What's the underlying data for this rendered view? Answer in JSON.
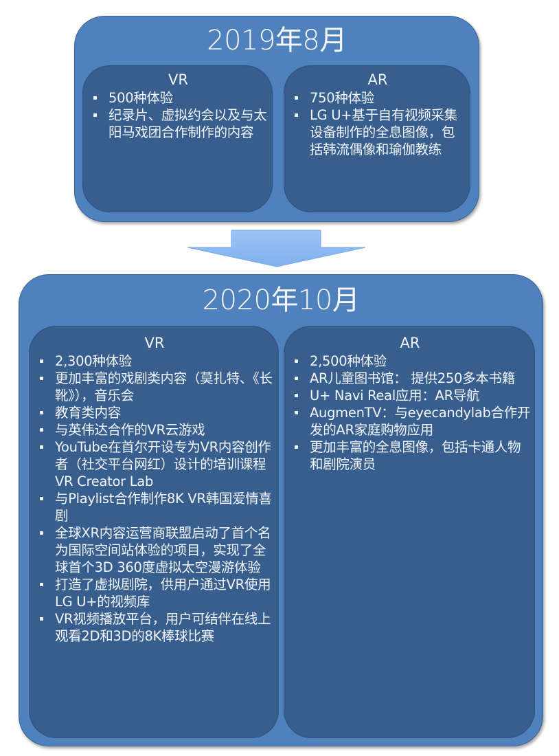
{
  "panels": [
    {
      "title": "2019年8月",
      "columns": [
        {
          "heading": "VR",
          "items": [
            "500种体验",
            "纪录片、虚拟约会以及与太阳马戏团合作制作的内容"
          ]
        },
        {
          "heading": "AR",
          "items": [
            "750种体验",
            "LG U+基于自有视频采集设备制作的全息图像，包括韩流偶像和瑜伽教练"
          ]
        }
      ]
    },
    {
      "title": "2020年10月",
      "columns": [
        {
          "heading": "VR",
          "items": [
            "2,300种体验",
            "更加丰富的戏剧类内容（莫扎特、《长靴》），音乐会",
            "教育类内容",
            "与英伟达合作的VR云游戏",
            "YouTube在首尔开设专为VR内容创作者（社交平台网红）设计的培训课程VR Creator Lab",
            "与Playlist合作制作8K VR韩国爱情喜剧",
            "全球XR内容运营商联盟启动了首个名为国际空间站体验的项目，实现了全球首个3D 360度虚拟太空漫游体验",
            "打造了虚拟剧院，供用户通过VR使用LG U+的视频库",
            "VR视频播放平台，用户可结伴在线上观看2D和3D的8K棒球比赛"
          ]
        },
        {
          "heading": "AR",
          "items": [
            "2,500种体验",
            "AR儿童图书馆： 提供250多本书籍",
            "U+ Navi Real应用：AR导航",
            "AugmenTV：与eyecandylab合作开发的AR家庭购物应用",
            "更加丰富的全息图像，包括卡通人物和剧院演员"
          ]
        }
      ]
    }
  ],
  "arrow": {
    "direction": "down",
    "color": "#8db8f0"
  },
  "colors": {
    "outer": "#4f81bd",
    "inner": "#385e8e",
    "text": "#f2f5fa"
  }
}
